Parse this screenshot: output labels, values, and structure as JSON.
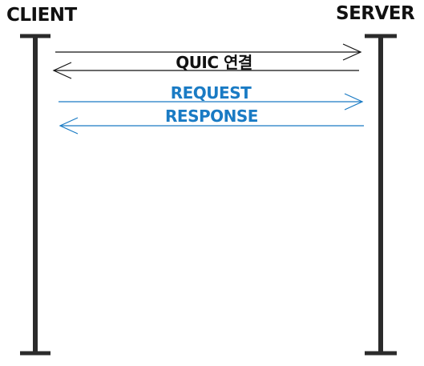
{
  "actors": {
    "client": "CLIENT",
    "server": "SERVER"
  },
  "messages": [
    {
      "label": "QUIC 연결",
      "direction": "client-to-server",
      "color": "#111111"
    },
    {
      "label": "QUIC 연결",
      "direction": "server-to-client",
      "color": "#111111"
    },
    {
      "label": "REQUEST",
      "direction": "client-to-server",
      "color": "#1a7bc4"
    },
    {
      "label": "RESPONSE",
      "direction": "server-to-client",
      "color": "#1a7bc4"
    }
  ],
  "colors": {
    "lifeline": "#2b2b2b",
    "handshake": "#111111",
    "http": "#1a7bc4"
  }
}
